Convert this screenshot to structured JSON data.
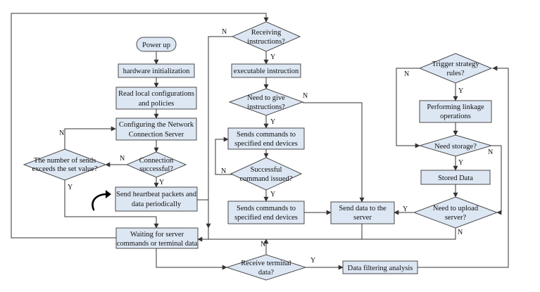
{
  "nodes": {
    "power_up": "Power up",
    "hw_init": "hardware initialization",
    "read_config": [
      "Read local configurations",
      "and policies"
    ],
    "configure_server": [
      "Configuring the Network",
      "Connection Server"
    ],
    "connection_ok": [
      "Connection",
      "successful?"
    ],
    "sends_exceed": [
      "The number of sends",
      "exceeds the set value?"
    ],
    "heartbeat": [
      "Send heartbeat packets and",
      "data periodically"
    ],
    "waiting": [
      "Waiting for server",
      "commands or terminal data"
    ],
    "receiving": [
      "Receiving",
      "instructions?"
    ],
    "exec_instr": "executable instruction",
    "need_give": [
      "Need to give",
      "instructions?"
    ],
    "send_cmd_1": [
      "Sends commands to",
      "specified end devices"
    ],
    "cmd_issued": [
      "Successful",
      "command issued?"
    ],
    "send_cmd_2": [
      "Sends commands to",
      "specified end devices"
    ],
    "send_data": [
      "Send data to the",
      "server"
    ],
    "receive_terminal": [
      "Receive terminal",
      "data?"
    ],
    "data_filter": "Data filtering analysis",
    "trigger": [
      "Trigger strategy",
      "rules?"
    ],
    "linkage": [
      "Performing linkage",
      "operations"
    ],
    "need_storage": "Need storage?",
    "stored": "Stored Data",
    "need_upload": [
      "Need to upload",
      "server?"
    ]
  },
  "labels": {
    "yes": "Y",
    "no": "N"
  },
  "colors": {
    "fill": "#dde7f4",
    "stroke": "#4a4a4a"
  }
}
